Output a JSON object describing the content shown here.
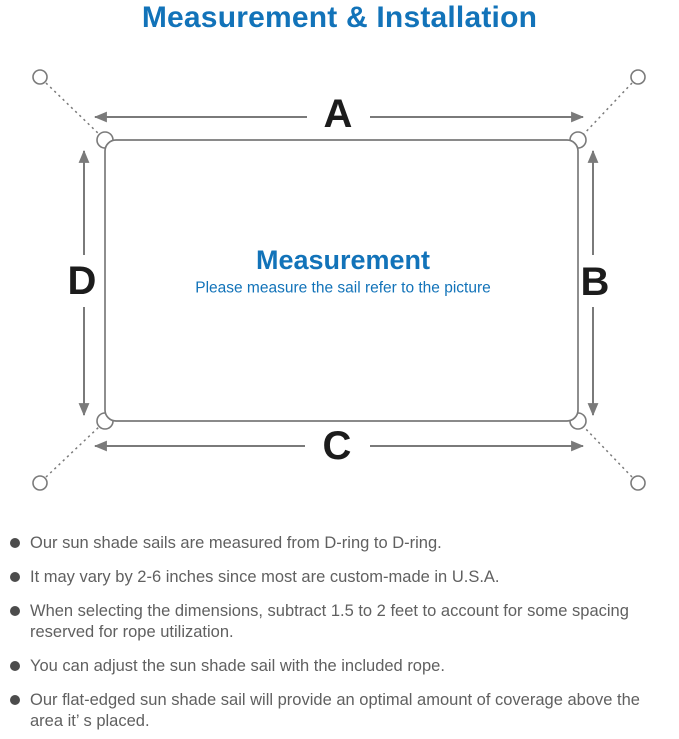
{
  "page": {
    "title": "Measurement & Installation"
  },
  "colors": {
    "accent_blue": "#1273b9",
    "diagram_line": "#7a7a7a",
    "letter_black": "#1c1c1c",
    "note_text": "#606060",
    "bullet_dot": "#4c4c4c"
  },
  "diagram": {
    "labels": {
      "top": "A",
      "right": "B",
      "bottom": "C",
      "left": "D"
    },
    "center_title": "Measurement",
    "center_subtitle": "Please measure the sail refer to the picture"
  },
  "notes": {
    "items": [
      "Our sun shade sails are measured from D-ring to D-ring.",
      "It may vary by 2-6 inches since most are custom-made in U.S.A.",
      "When selecting the dimensions, subtract 1.5 to 2 feet to account for some spacing reserved for rope utilization.",
      "You can adjust the sun shade sail with the included rope.",
      "Our flat-edged sun shade sail will provide an optimal amount of coverage above the area it’ s placed."
    ]
  }
}
